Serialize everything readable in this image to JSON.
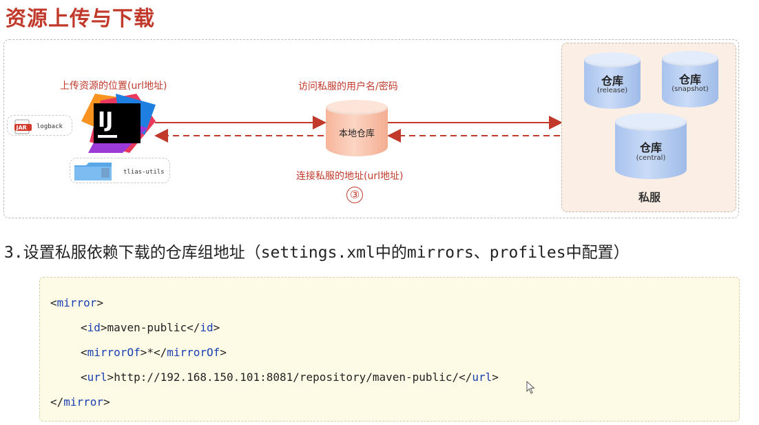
{
  "title": "资源上传与下载",
  "diagram": {
    "upload_location_label": "上传资源的位置(url地址)",
    "credentials_label": "访问私服的用户名/密码",
    "connect_label": "连接私服的地址(url地址)",
    "step_number": "③",
    "local_repo_label": "本地仓库",
    "ij_logo_text": "IJ",
    "artifacts": [
      {
        "icon": "jar-icon",
        "icon_text": "JAR",
        "name": "logback"
      },
      {
        "icon": "folder-icon",
        "name": "tlias-utils"
      }
    ],
    "private_server": {
      "label": "私服",
      "repos": [
        {
          "name": "仓库",
          "sub": "(release)"
        },
        {
          "name": "仓库",
          "sub": "(snapshot)"
        },
        {
          "name": "仓库",
          "sub": "(central)"
        }
      ]
    },
    "colors": {
      "accent": "#c0392b",
      "repo_blue": "#b7cdf2",
      "local_orange": "#f8c0a8",
      "server_bg": "#fbeee4"
    }
  },
  "section": {
    "heading": "3.设置私服依赖下载的仓库组地址（settings.xml中的mirrors、profiles中配置）"
  },
  "code": {
    "lines": [
      {
        "open": "<",
        "tag": "mirror",
        "close": ">",
        "text": "",
        "end_open": "",
        "end_tag": "",
        "end_close": ""
      },
      {
        "open": "<",
        "tag": "id",
        "close": ">",
        "text": "maven-public",
        "end_open": "</",
        "end_tag": "id",
        "end_close": ">"
      },
      {
        "open": "<",
        "tag": "mirrorOf",
        "close": ">",
        "text": "*",
        "end_open": "</",
        "end_tag": "mirrorOf",
        "end_close": ">"
      },
      {
        "open": "<",
        "tag": "url",
        "close": ">",
        "text": "http://192.168.150.101:8081/repository/maven-public/",
        "end_open": "</",
        "end_tag": "url",
        "end_close": ">"
      },
      {
        "open": "</",
        "tag": "mirror",
        "close": ">",
        "text": "",
        "end_open": "",
        "end_tag": "",
        "end_close": ""
      }
    ]
  }
}
